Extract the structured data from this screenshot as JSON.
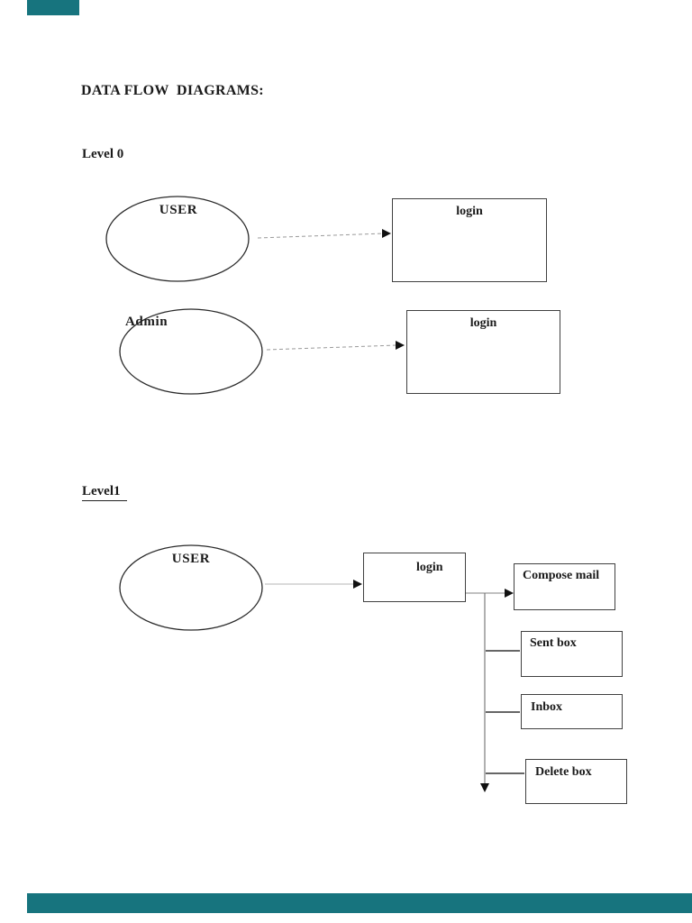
{
  "document": {
    "heading": "DATA FLOW  DIAGRAMS:",
    "accent_color": "#17747e",
    "level0": {
      "label": "Level 0",
      "user": {
        "actor": "USER",
        "process": "login"
      },
      "admin": {
        "actor": "Admin",
        "process": "login"
      }
    },
    "level1": {
      "label": "Level1",
      "actor": "USER",
      "process": "login",
      "modules": [
        "Compose mail",
        "Sent box",
        "Inbox",
        "Delete box"
      ]
    }
  }
}
